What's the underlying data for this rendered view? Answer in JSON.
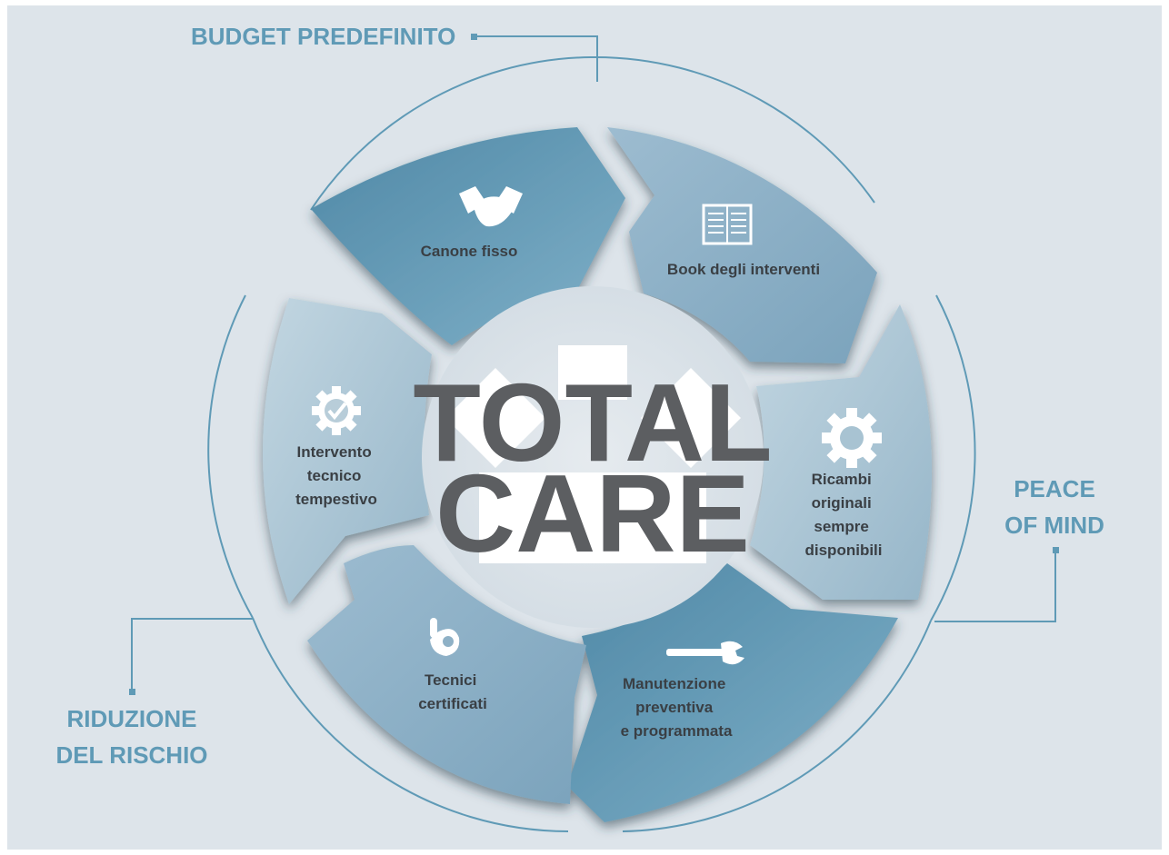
{
  "outer_labels": {
    "top": "BUDGET PREDEFINITO",
    "right_line1": "PEACE",
    "right_line2": "OF MIND",
    "left_line1": "RIDUZIONE",
    "left_line2": "DEL RISCHIO"
  },
  "center": {
    "line1": "TOTAL",
    "line2": "CARE"
  },
  "segments": [
    {
      "lines": [
        "Canone fisso"
      ],
      "icon": "handshake-icon"
    },
    {
      "lines": [
        "Book degli interventi"
      ],
      "icon": "book-icon"
    },
    {
      "lines": [
        "Ricambi",
        "originali",
        "sempre",
        "disponibili"
      ],
      "icon": "gear-icon"
    },
    {
      "lines": [
        "Manutenzione",
        "preventiva",
        "e programmata"
      ],
      "icon": "wrench-icon"
    },
    {
      "lines": [
        "Tecnici",
        "certificati"
      ],
      "icon": "ok-hand-icon"
    },
    {
      "lines": [
        "Intervento",
        "tecnico",
        "tempestivo"
      ],
      "icon": "gear-check-icon"
    }
  ],
  "colors": {
    "background": "#dde4ea",
    "accent": "#5f9ab6",
    "segment_dark": "#6f9fb7",
    "segment_mid": "#90b3c8",
    "segment_light": "#b3cad7"
  }
}
